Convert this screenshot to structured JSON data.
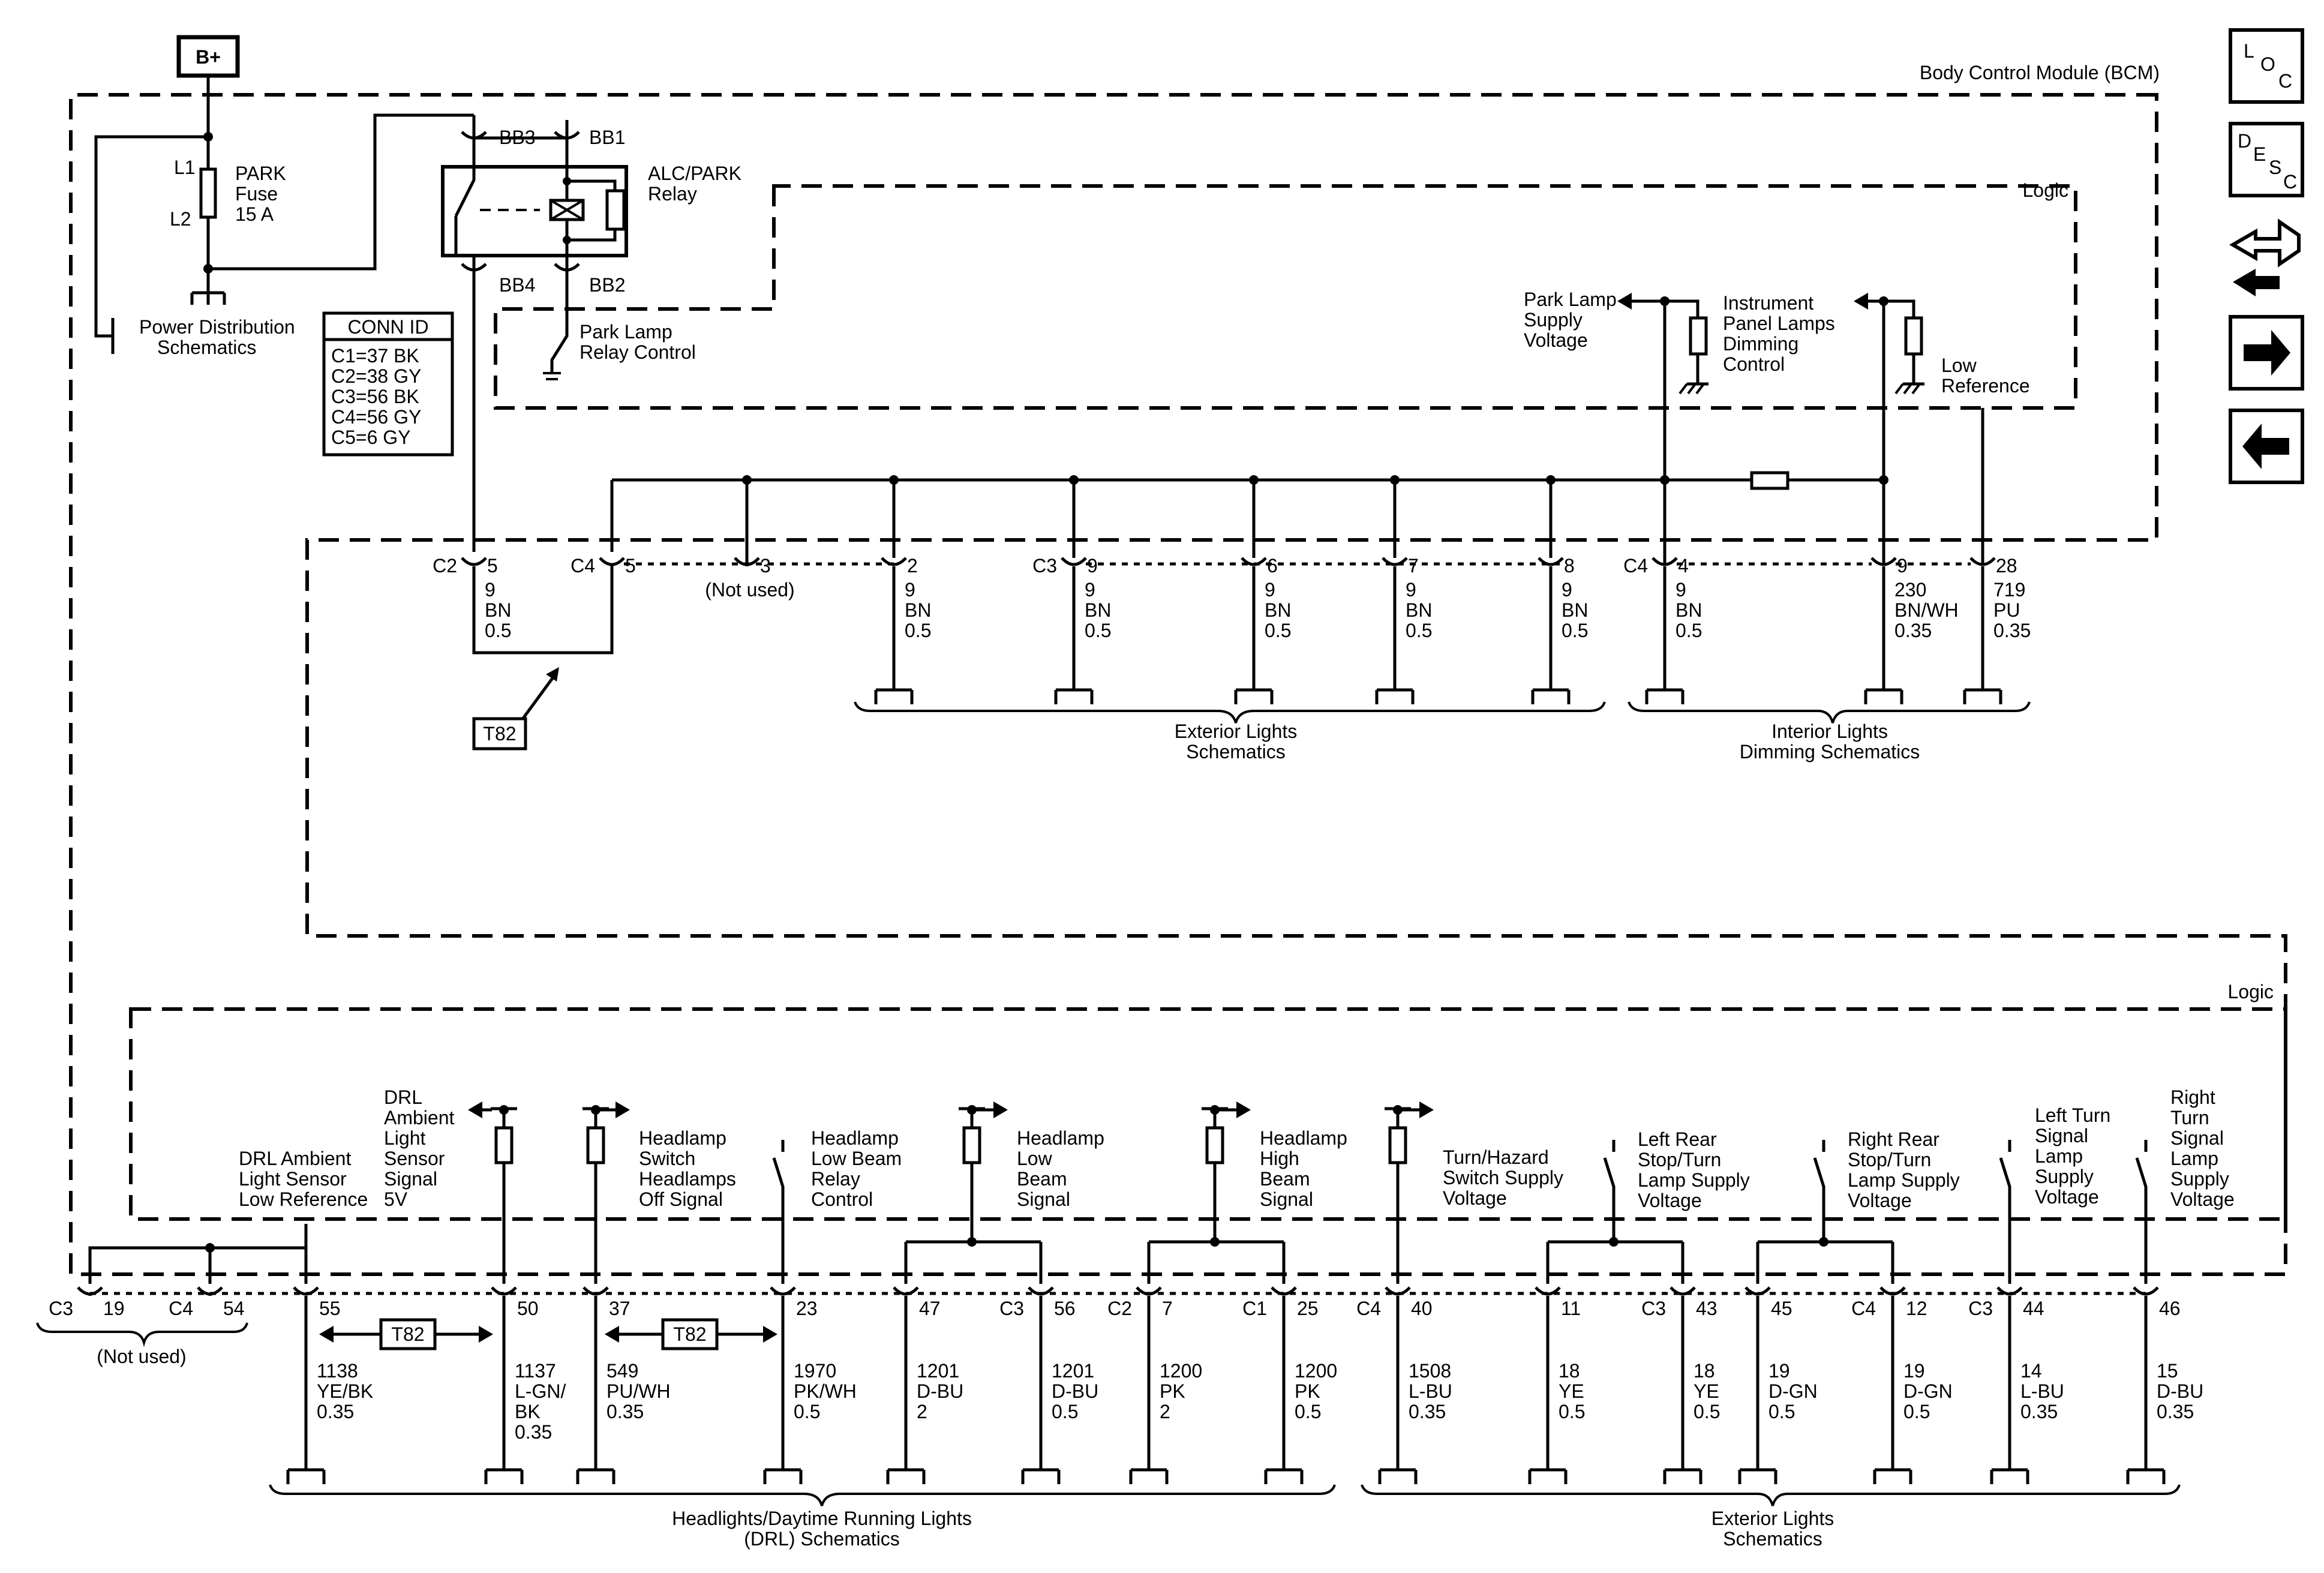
{
  "module_title": "Body Control Module (BCM)",
  "logic_label": "Logic",
  "battery": "B+",
  "fuse": {
    "name": "PARK",
    "type": "Fuse",
    "rating": "15 A",
    "pin_top": "L1",
    "pin_bottom": "L2"
  },
  "power_distribution": [
    "Power Distribution",
    "Schematics"
  ],
  "relay": {
    "name": "ALC/PARK",
    "type": "Relay",
    "pins": [
      "BB3",
      "BB1",
      "BB4",
      "BB2"
    ]
  },
  "relay_control": [
    "Park Lamp",
    "Relay Control"
  ],
  "conn_id": {
    "title": "CONN ID",
    "rows": [
      "C1=37 BK",
      "C2=38 GY",
      "C3=56 BK",
      "C4=56 GY",
      "C5=6 GY"
    ]
  },
  "upper_outputs": {
    "park_lamp": [
      "Park Lamp",
      "Supply",
      "Voltage"
    ],
    "ip_dimming": [
      "Instrument",
      "Panel Lamps",
      "Dimming",
      "Control"
    ],
    "low_ref": [
      "Low",
      "Reference"
    ]
  },
  "upper_pins": [
    {
      "conn": "C2",
      "pin": "5",
      "wire": [
        "9",
        "BN",
        "0.5"
      ]
    },
    {
      "conn": "C4",
      "pin": "5",
      "wire": []
    },
    {
      "conn": "",
      "pin": "3",
      "wire": [
        "(Not used)"
      ]
    },
    {
      "conn": "",
      "pin": "2",
      "wire": [
        "9",
        "BN",
        "0.5"
      ]
    },
    {
      "conn": "C3",
      "pin": "9",
      "wire": [
        "9",
        "BN",
        "0.5"
      ]
    },
    {
      "conn": "",
      "pin": "6",
      "wire": [
        "9",
        "BN",
        "0.5"
      ]
    },
    {
      "conn": "",
      "pin": "7",
      "wire": [
        "9",
        "BN",
        "0.5"
      ]
    },
    {
      "conn": "",
      "pin": "8",
      "wire": [
        "9",
        "BN",
        "0.5"
      ]
    },
    {
      "conn": "C4",
      "pin": "4",
      "wire": [
        "9",
        "BN",
        "0.5"
      ]
    },
    {
      "conn": "",
      "pin": "9",
      "wire": [
        "230",
        "BN/WH",
        "0.35"
      ]
    },
    {
      "conn": "",
      "pin": "28",
      "wire": [
        "719",
        "PU",
        "0.35"
      ]
    }
  ],
  "t82": "T82",
  "upper_groups": {
    "exterior": [
      "Exterior Lights",
      "Schematics"
    ],
    "interior": [
      "Interior Lights",
      "Dimming Schematics"
    ]
  },
  "lower_functions": {
    "drl_lowref": [
      "DRL Ambient",
      "Light Sensor",
      "Low Reference"
    ],
    "drl_signal": [
      "DRL",
      "Ambient",
      "Light",
      "Sensor",
      "Signal",
      "5V"
    ],
    "hl_off": [
      "Headlamp",
      "Switch",
      "Headlamps",
      "Off Signal"
    ],
    "lb_relay": [
      "Headlamp",
      "Low Beam",
      "Relay",
      "Control"
    ],
    "lb_signal": [
      "Headlamp",
      "Low",
      "Beam",
      "Signal"
    ],
    "hb_signal": [
      "Headlamp",
      "High",
      "Beam",
      "Signal"
    ],
    "turn_hazard": [
      "Turn/Hazard",
      "Switch Supply",
      "Voltage"
    ],
    "left_rear": [
      "Left Rear",
      "Stop/Turn",
      "Lamp Supply",
      "Voltage"
    ],
    "right_rear": [
      "Right Rear",
      "Stop/Turn",
      "Lamp Supply",
      "Voltage"
    ],
    "left_turn": [
      "Left Turn",
      "Signal",
      "Lamp",
      "Supply",
      "Voltage"
    ],
    "right_turn": [
      "Right",
      "Turn",
      "Signal",
      "Lamp",
      "Supply",
      "Voltage"
    ]
  },
  "lower_pins": [
    {
      "conn": "C3",
      "pin": "19",
      "wire": []
    },
    {
      "conn": "C4",
      "pin": "54",
      "wire": []
    },
    {
      "conn": "",
      "pin": "55",
      "wire": [
        "1138",
        "YE/BK",
        "0.35"
      ]
    },
    {
      "conn": "",
      "pin": "50",
      "wire": [
        "1137",
        "L-GN/",
        "BK",
        "0.35"
      ]
    },
    {
      "conn": "",
      "pin": "37",
      "wire": [
        "549",
        "PU/WH",
        "0.35"
      ]
    },
    {
      "conn": "",
      "pin": "23",
      "wire": [
        "1970",
        "PK/WH",
        "0.5"
      ]
    },
    {
      "conn": "",
      "pin": "47",
      "wire": [
        "1201",
        "D-BU",
        "2"
      ]
    },
    {
      "conn": "C3",
      "pin": "56",
      "wire": [
        "1201",
        "D-BU",
        "0.5"
      ]
    },
    {
      "conn": "C2",
      "pin": "7",
      "wire": [
        "1200",
        "PK",
        "2"
      ]
    },
    {
      "conn": "C1",
      "pin": "25",
      "wire": [
        "1200",
        "PK",
        "0.5"
      ]
    },
    {
      "conn": "C4",
      "pin": "40",
      "wire": [
        "1508",
        "L-BU",
        "0.35"
      ]
    },
    {
      "conn": "",
      "pin": "11",
      "wire": [
        "18",
        "YE",
        "0.5"
      ]
    },
    {
      "conn": "C3",
      "pin": "43",
      "wire": [
        "18",
        "YE",
        "0.5"
      ]
    },
    {
      "conn": "",
      "pin": "45",
      "wire": [
        "19",
        "D-GN",
        "0.5"
      ]
    },
    {
      "conn": "C4",
      "pin": "12",
      "wire": [
        "19",
        "D-GN",
        "0.5"
      ]
    },
    {
      "conn": "C3",
      "pin": "44",
      "wire": [
        "14",
        "L-BU",
        "0.35"
      ]
    },
    {
      "conn": "",
      "pin": "46",
      "wire": [
        "15",
        "D-BU",
        "0.35"
      ]
    }
  ],
  "not_used": "(Not used)",
  "lower_groups": {
    "drl": [
      "Headlights/Daytime Running Lights",
      "(DRL) Schematics"
    ],
    "exterior": [
      "Exterior Lights",
      "Schematics"
    ]
  },
  "side_buttons": [
    {
      "name": "loc",
      "letters": [
        "L",
        "O",
        "C"
      ]
    },
    {
      "name": "desc",
      "letters": [
        "D",
        "E",
        "S",
        "C"
      ]
    },
    {
      "name": "connector-icon"
    },
    {
      "name": "next-arrow-icon"
    },
    {
      "name": "back-arrow-icon"
    }
  ]
}
